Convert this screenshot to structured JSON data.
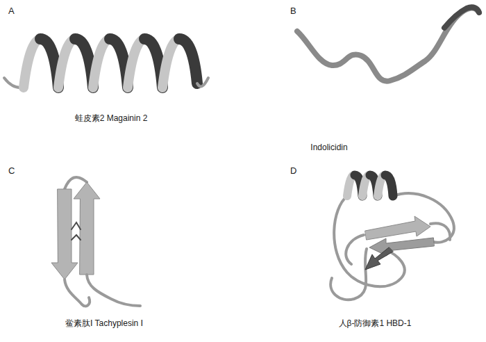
{
  "diagram": {
    "labels": [
      "A",
      "B",
      "蛙皮素2 Magainin 2",
      "Indolicidin",
      "C",
      "D",
      "鲎素肽Ⅰ Tachyplesin Ⅰ",
      "人β-防御素1 HBD-1"
    ]
  }
}
